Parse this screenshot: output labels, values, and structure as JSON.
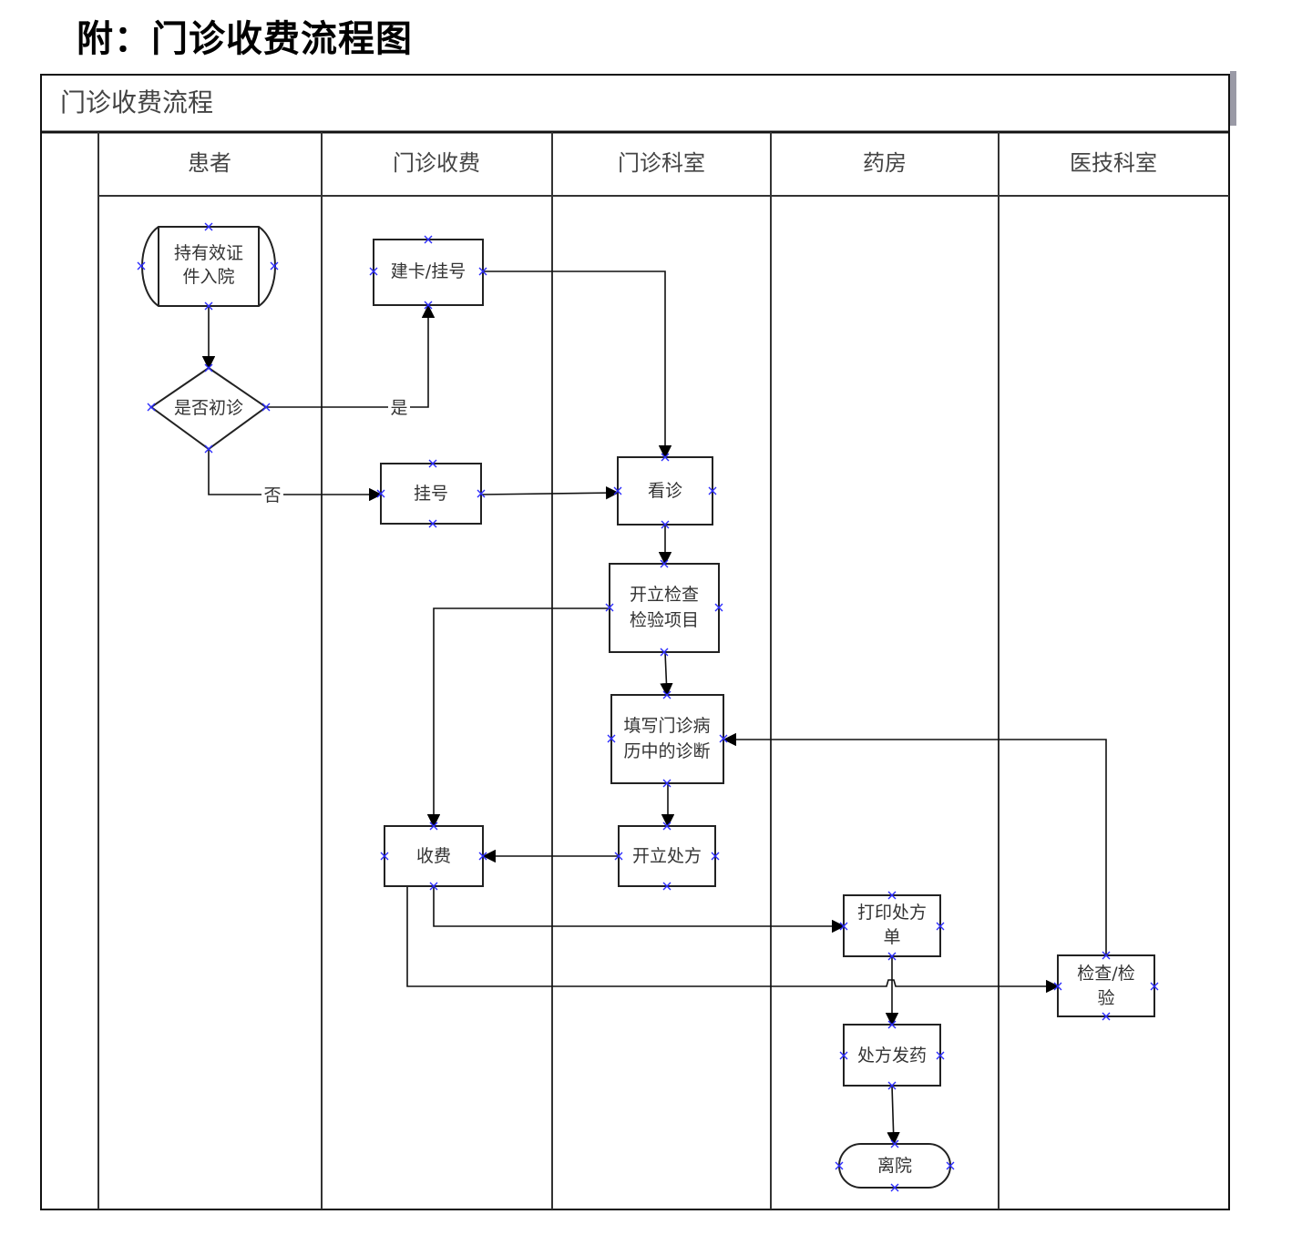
{
  "heading": "附：门诊收费流程图",
  "panel_title": "门诊收费流程",
  "lanes": [
    "患者",
    "门诊收费",
    "门诊科室",
    "药房",
    "医技科室"
  ],
  "nodes": {
    "start": [
      "持有效证",
      "件入院"
    ],
    "first_visit": [
      "是否初诊"
    ],
    "card_register": [
      "建卡/挂号"
    ],
    "register": [
      "挂号"
    ],
    "consult": [
      "看诊"
    ],
    "order_exam": [
      "开立检查",
      "检验项目"
    ],
    "fill_record": [
      "填写门诊病",
      "历中的诊断"
    ],
    "charge": [
      "收费"
    ],
    "prescribe": [
      "开立处方"
    ],
    "print_rx": [
      "打印处方",
      "单"
    ],
    "exam": [
      "检查/检",
      "验"
    ],
    "dispense": [
      "处方发药"
    ],
    "leave": [
      "离院"
    ]
  },
  "edge_labels": {
    "yes": "是",
    "no": "否"
  }
}
